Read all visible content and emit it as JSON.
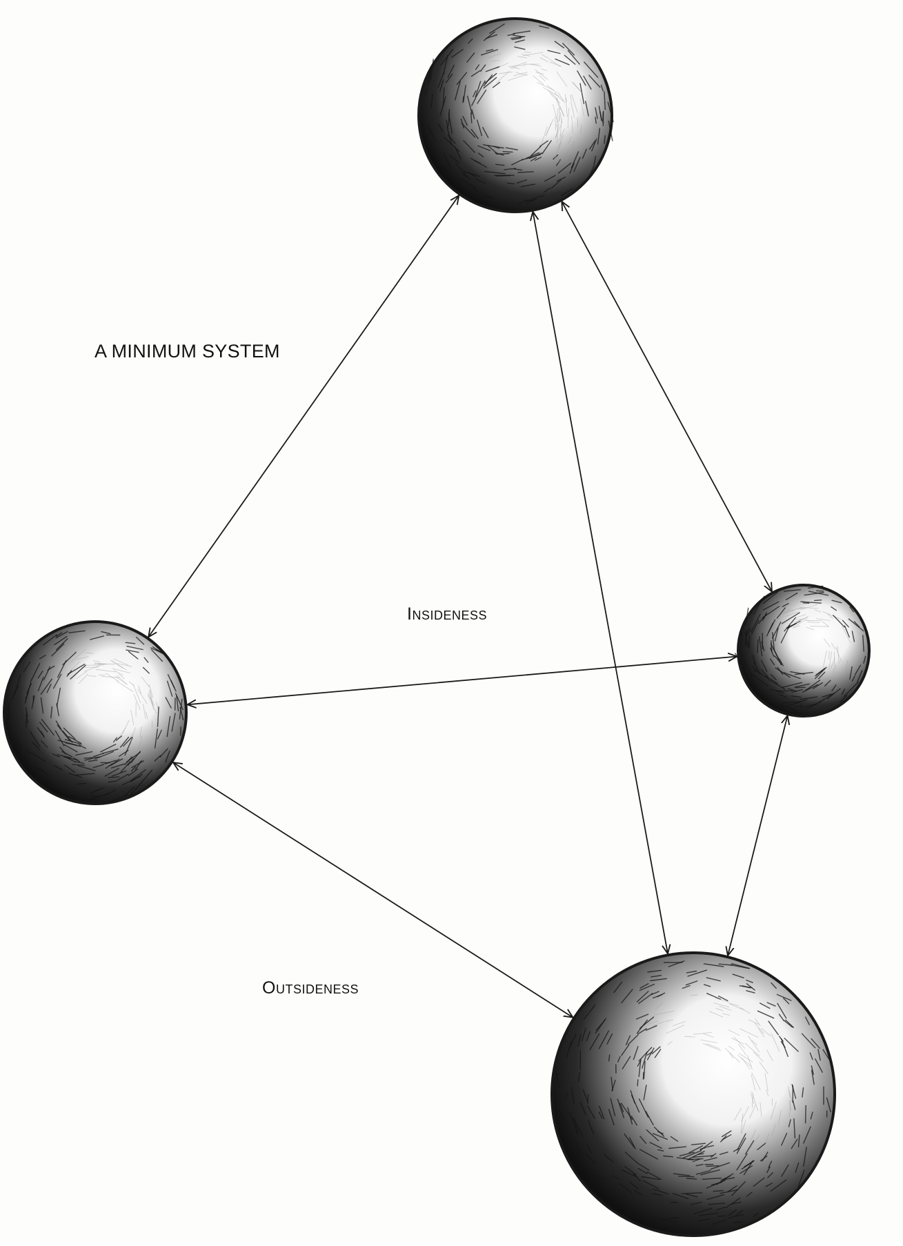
{
  "diagram": {
    "title": "A MINIMUM SYSTEM",
    "labels": {
      "insideness": "Insideness",
      "outsideness": "Outsideness"
    },
    "nodes": [
      {
        "id": "top"
      },
      {
        "id": "left"
      },
      {
        "id": "right"
      },
      {
        "id": "bottom"
      }
    ],
    "edges": [
      {
        "from": "top",
        "to": "left"
      },
      {
        "from": "top",
        "to": "right"
      },
      {
        "from": "top",
        "to": "bottom"
      },
      {
        "from": "left",
        "to": "right"
      },
      {
        "from": "left",
        "to": "bottom"
      },
      {
        "from": "right",
        "to": "bottom"
      }
    ],
    "colors": {
      "ink": "#1a1a1a",
      "paper": "#fdfdfb"
    }
  }
}
